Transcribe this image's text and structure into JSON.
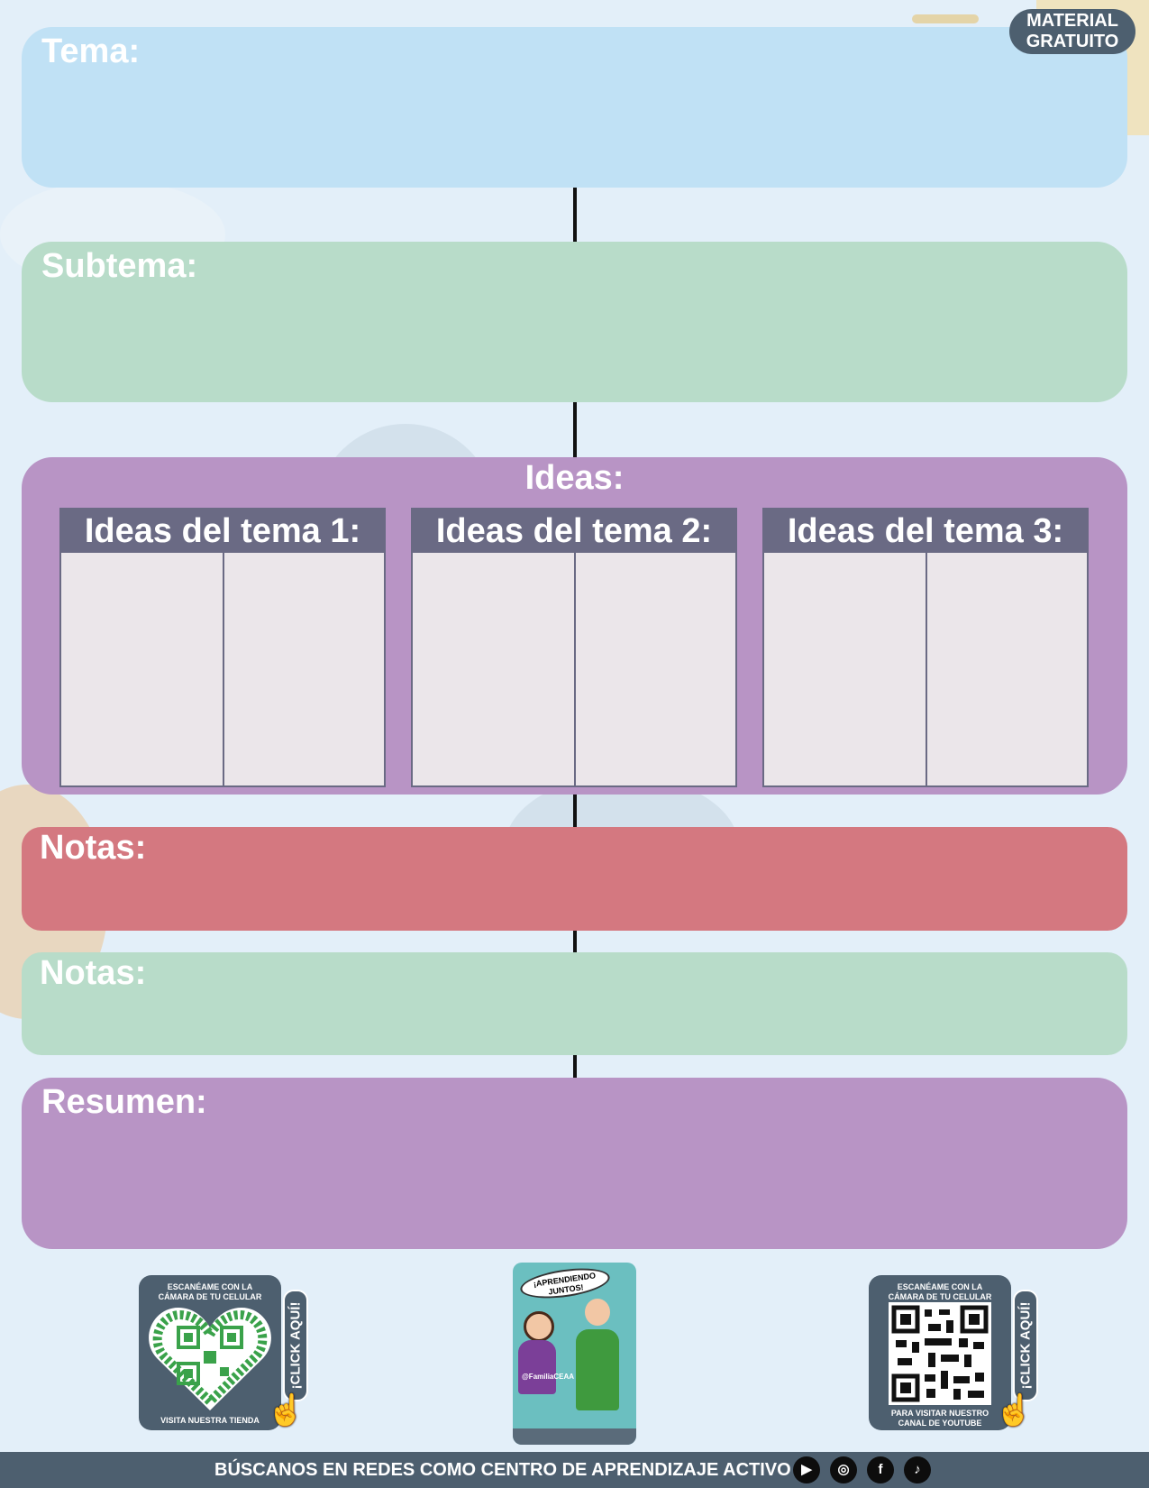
{
  "badge": {
    "line1": "MATERIAL",
    "line2": "GRATUITO"
  },
  "sections": {
    "tema": "Tema:",
    "subtema": "Subtema:",
    "ideas": "Ideas:",
    "notas1": "Notas:",
    "notas2": "Notas:",
    "resumen": "Resumen:"
  },
  "idea_columns": [
    "Ideas del tema 1:",
    "Ideas del tema 2:",
    "Ideas del tema 3:"
  ],
  "qr_left": {
    "caption_top": "ESCANÉAME CON LA CÁMARA DE TU CELULAR",
    "caption_bottom": "VISITA NUESTRA TIENDA",
    "side": "¡CLICK AQUÍ!"
  },
  "qr_right": {
    "caption_top": "ESCANÉAME CON LA CÁMARA DE TU CELULAR",
    "caption_bottom": "PARA VISITAR NUESTRO CANAL DE YOUTUBE",
    "side": "¡CLICK AQUÍ!"
  },
  "promo": {
    "bubble": "¡APRENDIENDO JUNTOS!",
    "handle": "@FamiliaCEAA"
  },
  "footer": {
    "text": "BÚSCANOS EN REDES COMO CENTRO DE APRENDIZAJE ACTIVO"
  },
  "social_icons": [
    "youtube-icon",
    "instagram-icon",
    "facebook-icon",
    "tiktok-icon"
  ],
  "colors": {
    "tema": "#c0e1f5",
    "subtema": "#b8dcc9",
    "ideas": "#b894c5",
    "notas1": "#d47880",
    "notas2": "#b8dcc9",
    "resumen": "#b894c5",
    "dark": "#4d5f6f"
  }
}
